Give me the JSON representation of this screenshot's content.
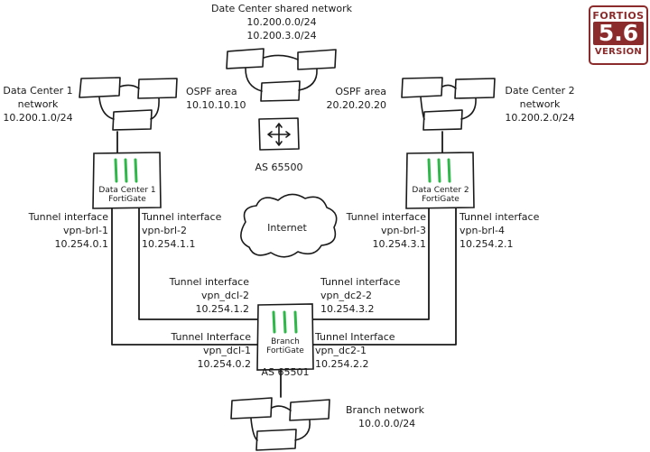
{
  "badge": {
    "product": "FORTIOS",
    "version": "5.6",
    "suffix": "VERSION"
  },
  "shared_network": {
    "title": "Date Center shared network",
    "subnet1": "10.200.0.0/24",
    "subnet2": "10.200.3.0/24"
  },
  "dc1_network": {
    "line1": "Data Center 1",
    "line2": "network",
    "subnet": "10.200.1.0/24"
  },
  "dc2_network": {
    "line1": "Date Center 2",
    "line2": "network",
    "subnet": "10.200.2.0/24"
  },
  "ospf1": {
    "line1": "OSPF area",
    "line2": "10.10.10.10"
  },
  "ospf2": {
    "line1": "OSPF area",
    "line2": "20.20.20.20"
  },
  "as_top": "AS 65500",
  "as_bottom": "AS 65501",
  "internet": "Internet",
  "dc1_fgt": {
    "line1": "Data Center 1",
    "line2": "FortiGate"
  },
  "dc2_fgt": {
    "line1": "Data Center 2",
    "line2": "FortiGate"
  },
  "branch_fgt": {
    "line1": "Branch",
    "line2": "FortiGate"
  },
  "tun_brl1": {
    "title": "Tunnel interface",
    "name": "vpn-brl-1",
    "ip": "10.254.0.1"
  },
  "tun_brl2": {
    "title": "Tunnel interface",
    "name": "vpn-brl-2",
    "ip": "10.254.1.1"
  },
  "tun_brl3": {
    "title": "Tunnel interface",
    "name": "vpn-brl-3",
    "ip": "10.254.3.1"
  },
  "tun_brl4": {
    "title": "Tunnel interface",
    "name": "vpn-brl-4",
    "ip": "10.254.2.1"
  },
  "tun_dcl2": {
    "title": "Tunnel interface",
    "name": "vpn_dcl-2",
    "ip": "10.254.1.2"
  },
  "tun_dc22": {
    "title": "Tunnel interface",
    "name": "vpn_dc2-2",
    "ip": "10.254.3.2"
  },
  "tun_dcl1": {
    "title": "Tunnel Interface",
    "name": "vpn_dcl-1",
    "ip": "10.254.0.2"
  },
  "tun_dc21": {
    "title": "Tunnel Interface",
    "name": "vpn_dc2-1",
    "ip": "10.254.2.2"
  },
  "branch_network": {
    "line1": "Branch network",
    "subnet": "10.0.0.0/24"
  }
}
